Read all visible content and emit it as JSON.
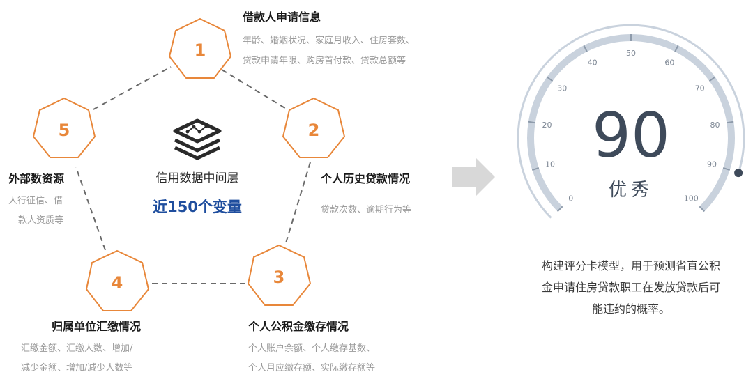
{
  "nodes": [
    {
      "num": "1",
      "title": "借款人申请信息",
      "lines": [
        "年龄、婚姻状况、家庭月收入、住房套数、",
        "贷款申请年限、购房首付款、贷款总额等"
      ]
    },
    {
      "num": "2",
      "title": "个人历史贷款情况",
      "lines": [
        "贷款次数、逾期行为等"
      ]
    },
    {
      "num": "3",
      "title": "个人公积金缴存情况",
      "lines": [
        "个人账户余额、个人缴存基数、",
        "个人月应缴存额、实际缴存额等"
      ]
    },
    {
      "num": "4",
      "title": "归属单位汇缴情况",
      "lines": [
        "汇缴金额、汇缴人数、增加/",
        "减少金额、增加/减少人数等"
      ]
    },
    {
      "num": "5",
      "title": "外部数资源",
      "lines": [
        "人行征信、借",
        "款人资质等"
      ]
    }
  ],
  "center": {
    "label": "信用数据中间层",
    "highlight": "近150个变量",
    "icon": "layers-icon"
  },
  "gauge": {
    "score": "90",
    "rating": "优秀",
    "min": 0,
    "max": 100,
    "value": 90,
    "ticks": [
      "0",
      "10",
      "20",
      "30",
      "40",
      "50",
      "60",
      "70",
      "80",
      "90",
      "100"
    ]
  },
  "caption": [
    "构建评分卡模型，用于预测省直公积",
    "金申请住房贷款职工在发放贷款后可",
    "能违约的概率。"
  ],
  "colors": {
    "accent": "#e8873a",
    "dash": "#6a6a6a",
    "title": "#1a1a1a",
    "gray": "#9a9a9a",
    "highlight": "#1f4e9e",
    "gauge_track": "#c9d2dd",
    "gauge_text": "#3e4a5a",
    "arrow": "#d8d8d8"
  }
}
